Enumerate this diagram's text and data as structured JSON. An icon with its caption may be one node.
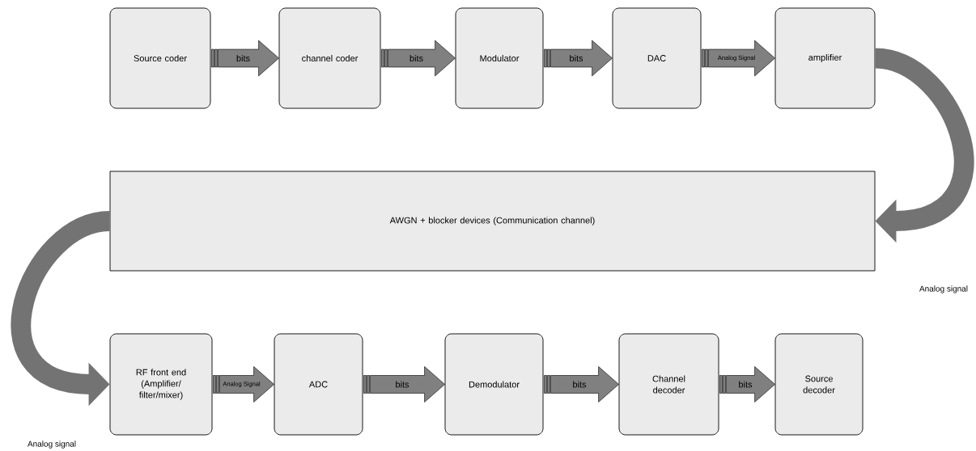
{
  "diagram": {
    "nodes": [
      {
        "text": [
          "Source coder"
        ]
      },
      {
        "text": [
          "channel coder"
        ]
      },
      {
        "text": [
          "Modulator"
        ]
      },
      {
        "text": [
          "DAC"
        ]
      },
      {
        "text": [
          "amplifier"
        ]
      },
      {
        "text": [
          "AWGN + blocker devices (Communication channel)"
        ]
      },
      {
        "text": [
          "RF front end (Amplifier/ filter/mixer)"
        ]
      },
      {
        "text": [
          "ADC"
        ]
      },
      {
        "text": [
          "Demodulator"
        ]
      },
      {
        "text": [
          "Channel decoder"
        ]
      },
      {
        "text": [
          "Source decoder"
        ]
      }
    ],
    "edges": [
      {
        "from": 0,
        "to": 1,
        "arrow": "to",
        "label": "bits"
      },
      {
        "from": 1,
        "to": 2,
        "arrow": "to",
        "label": "bits"
      },
      {
        "from": 2,
        "to": 3,
        "arrow": "to",
        "label": "bits"
      },
      {
        "from": 3,
        "to": 4,
        "arrow": "to",
        "label": "Analog Signal"
      },
      {
        "from": 4,
        "to": 5,
        "arrow": "to"
      },
      {
        "from": 5,
        "to": 6,
        "arrow": "to"
      },
      {
        "from": 6,
        "to": 7,
        "arrow": "to",
        "label": "Analog Signal"
      },
      {
        "from": 7,
        "to": 8,
        "arrow": "to",
        "label": "bits"
      },
      {
        "from": 8,
        "to": 9,
        "arrow": "to",
        "label": "bits"
      },
      {
        "from": 9,
        "to": 10,
        "arrow": "to",
        "label": "bits"
      }
    ],
    "labels": [
      "Analog signal",
      "Analog signal"
    ]
  }
}
